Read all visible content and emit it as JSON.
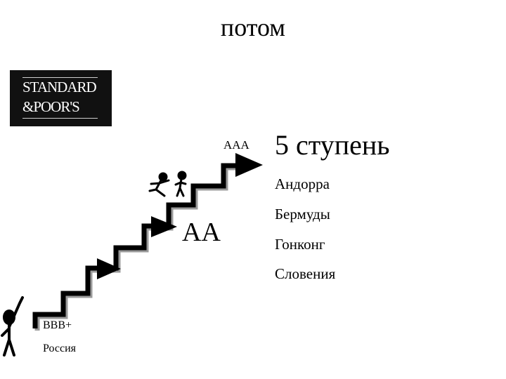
{
  "title": "потом",
  "logo": {
    "line1": "STANDARD",
    "line2": "&POOR'S"
  },
  "ratings": {
    "top": "AAA",
    "middle": "AA",
    "bottom": "BBB+"
  },
  "bottom_country": "Россия",
  "step": {
    "heading": "5 ступень",
    "countries": [
      "Андорра",
      "Бермуды",
      "Гонконг",
      "Словения"
    ]
  }
}
